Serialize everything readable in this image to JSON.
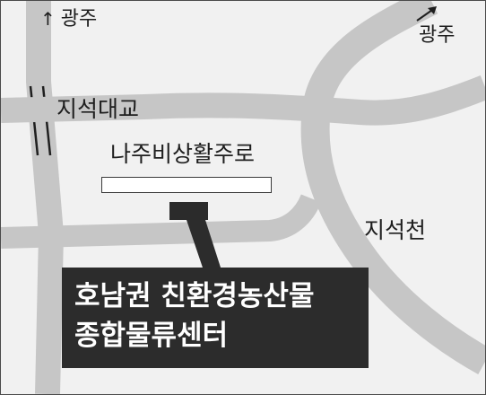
{
  "labels": {
    "gwangju_left": "광주",
    "gwangju_right": "광주",
    "bridge": "지석대교",
    "road": "나주비상활주로",
    "stream": "지석천"
  },
  "icons": {
    "north_arrow": "arrow-up-icon",
    "northeast_arrow": "arrow-up-right-icon"
  },
  "callout": {
    "line1": "호남권 친환경농산물",
    "line2": "종합물류센터"
  },
  "colors": {
    "background": "#f1f1f1",
    "road": "#c6c6c6",
    "marker": "#2b2b2b",
    "callout_bg": "#2c2c2c",
    "callout_text": "#ffffff"
  }
}
